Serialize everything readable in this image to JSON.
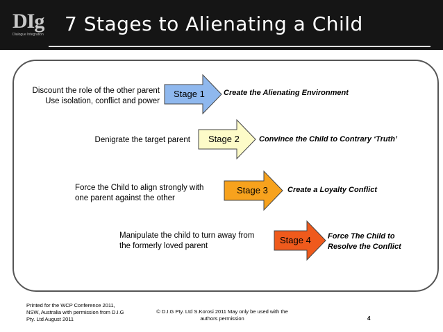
{
  "header": {
    "logo_text": "DIg",
    "logo_subtext": "Dialogue Integration",
    "title": "7 Stages to Alienating a Child"
  },
  "stages": [
    {
      "label": "Stage 1",
      "desc_line1": "Discount the role of the other parent",
      "desc_line2": "Use isolation, conflict and power",
      "goal_line1": "Create the Alienating Environment",
      "goal_line2": "",
      "color": "#8fb8ee"
    },
    {
      "label": "Stage 2",
      "desc_line1": "Denigrate the target parent",
      "desc_line2": "",
      "goal_line1": "Convince the Child to Contrary ‘Truth’",
      "goal_line2": "",
      "color": "#fdfbc8"
    },
    {
      "label": "Stage 3",
      "desc_line1": "Force the Child to align strongly with",
      "desc_line2": "one parent against the other",
      "goal_line1": "Create a Loyalty Conflict",
      "goal_line2": "",
      "color": "#f7a21d"
    },
    {
      "label": "Stage 4",
      "desc_line1": "Manipulate the child to turn away from",
      "desc_line2": "the formerly loved parent",
      "goal_line1": "Force The Child to",
      "goal_line2": "Resolve the Conflict",
      "color": "#ef5a1c"
    }
  ],
  "footer": {
    "left_line1": "Printed for the WCP Conference 2011,",
    "left_line2": "NSW, Australia with permission from D.I.G",
    "left_line3": "Pty. Ltd August 2011",
    "center_line1": "© D.I.G Pty. Ltd S.Korosi 2011 May only be used with the",
    "center_line2": "authors permission",
    "page_number": "4"
  }
}
